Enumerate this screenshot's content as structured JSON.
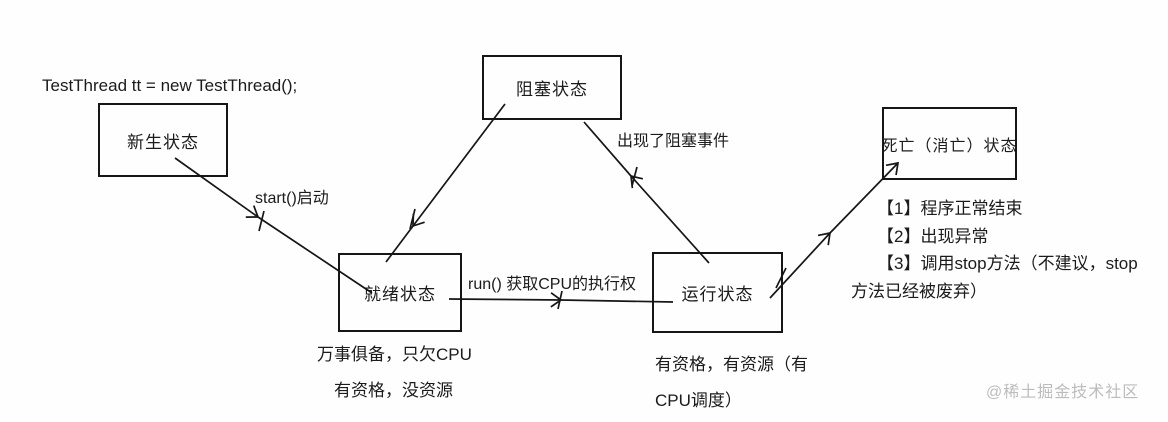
{
  "code_line": "TestThread tt = new TestThread();",
  "states": {
    "new": "新生状态",
    "blocked": "阻塞状态",
    "dead": "死亡（消亡）状态",
    "ready": "就绪状态",
    "running": "运行状态"
  },
  "transitions": {
    "start": "start()启动",
    "run": "run() 获取CPU的执行权",
    "block": "出现了阻塞事件"
  },
  "notes": {
    "ready_line1": "万事俱备，只欠CPU",
    "ready_line2": "有资格，没资源",
    "running_line1": "有资格，有资源（有",
    "running_line2": "CPU调度）",
    "dead_line1": "【1】程序正常结束",
    "dead_line2": "【2】出现异常",
    "dead_line3": "【3】调用stop方法（不建议，stop",
    "dead_line4": "方法已经被废弃）"
  },
  "watermark": "@稀土掘金技术社区",
  "colors": {
    "line": "#161616",
    "text": "#1b1b1b",
    "watermark": "#bcbcbc",
    "background": "#fefefe"
  }
}
